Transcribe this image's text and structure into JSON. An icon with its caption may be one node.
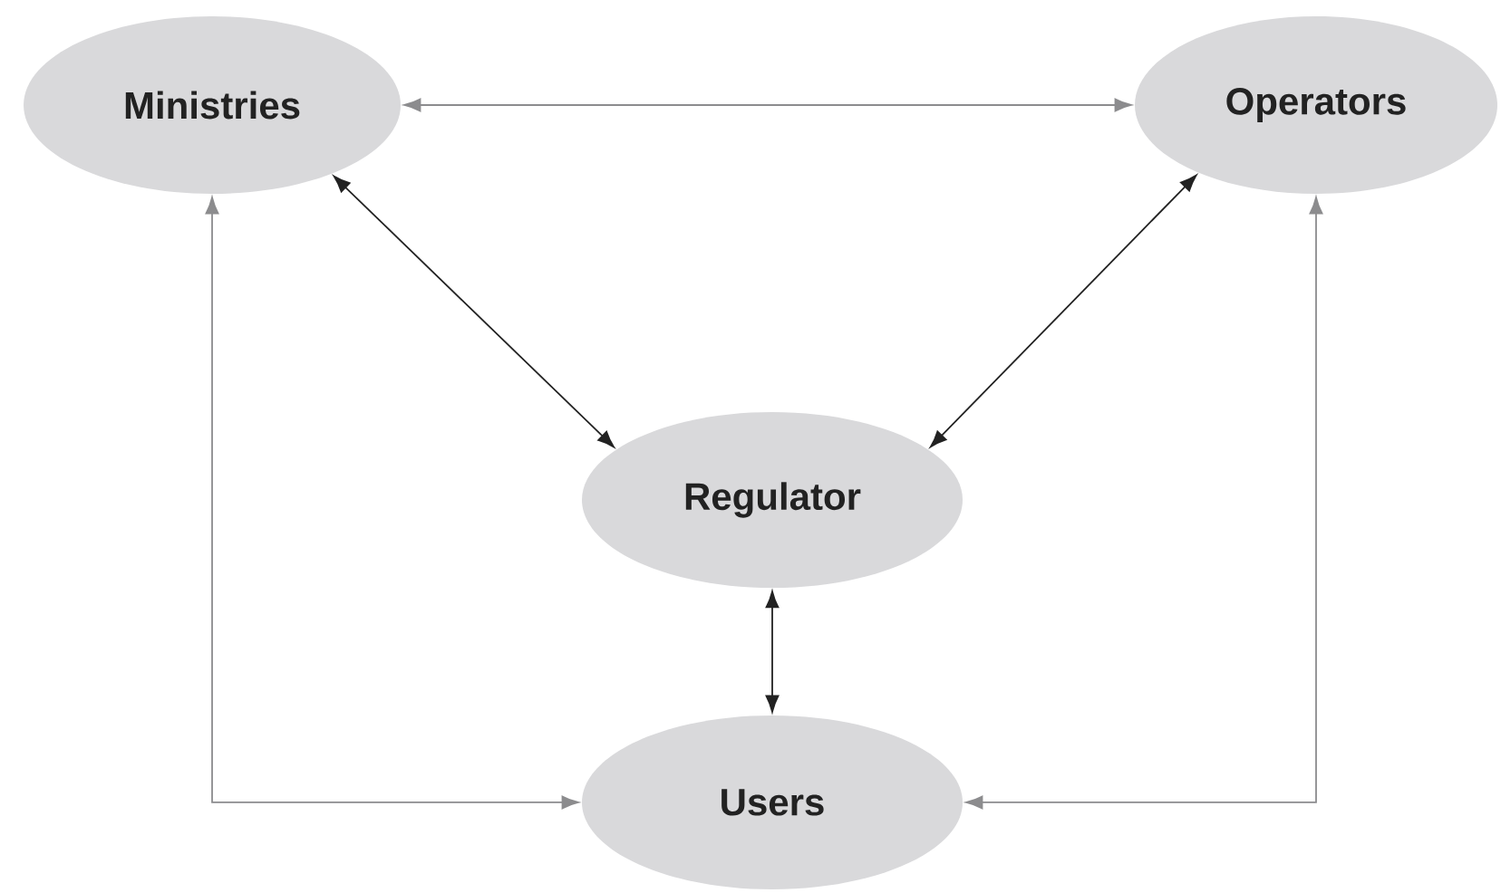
{
  "diagram": {
    "nodes": [
      {
        "text": [
          "Ministries"
        ]
      },
      {
        "text": [
          "Operators"
        ]
      },
      {
        "text": [
          "Regulator"
        ]
      },
      {
        "text": [
          "Users"
        ]
      }
    ],
    "edges": [
      {
        "from": 0,
        "to": 1,
        "arrow": "both",
        "color": "#8c8c8e"
      },
      {
        "from": 0,
        "to": 2,
        "arrow": "both",
        "color": "#222222"
      },
      {
        "from": 1,
        "to": 2,
        "arrow": "both",
        "color": "#222222"
      },
      {
        "from": 2,
        "to": 3,
        "arrow": "both",
        "color": "#222222"
      },
      {
        "from": 0,
        "to": 3,
        "arrow": "both",
        "color": "#8c8c8e"
      },
      {
        "from": 1,
        "to": 3,
        "arrow": "both",
        "color": "#8c8c8e"
      }
    ]
  }
}
